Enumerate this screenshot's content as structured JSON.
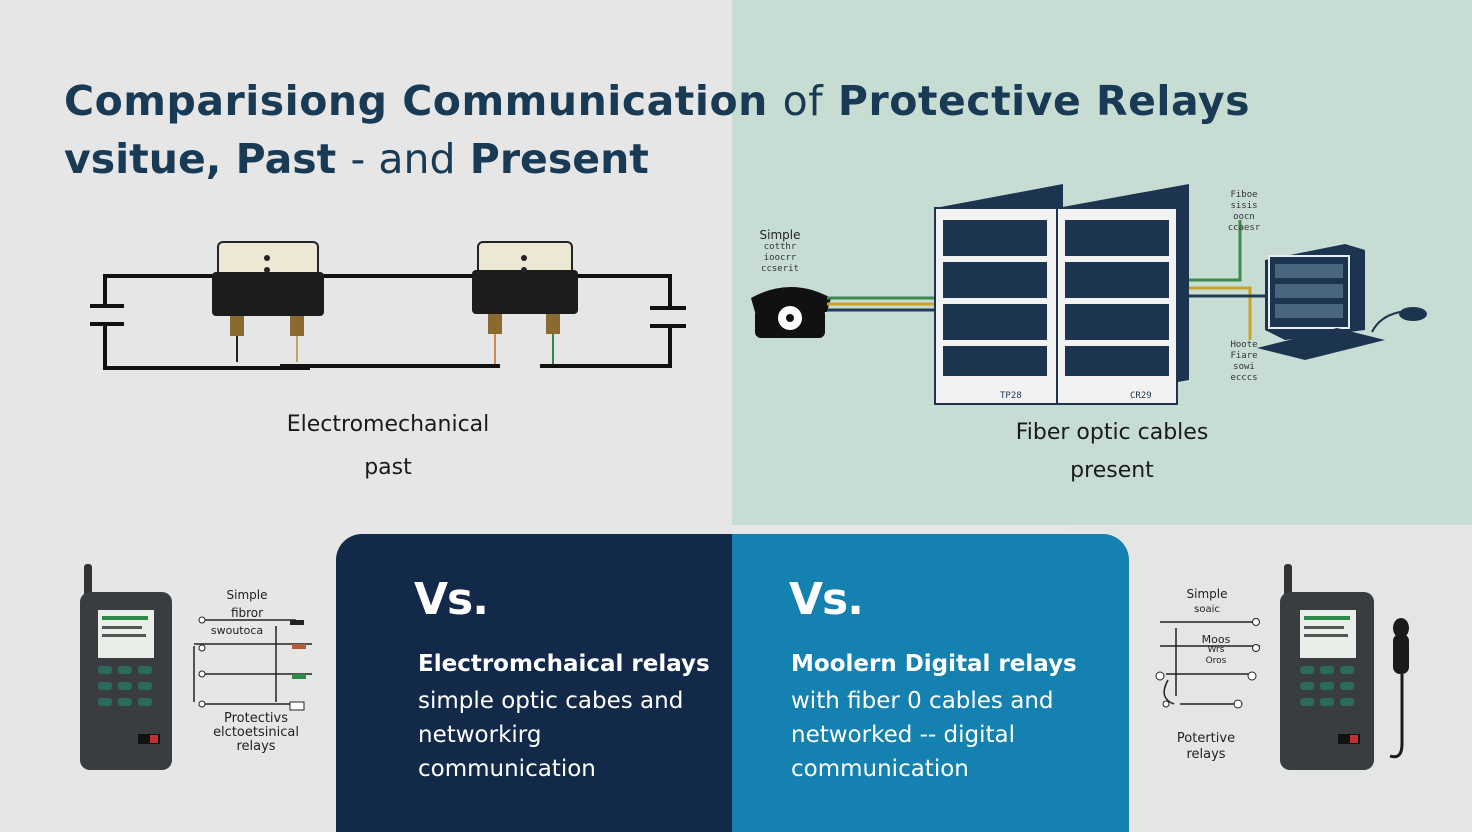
{
  "title": {
    "line1_a": "Comparisiong Communication",
    "line1_b": "of",
    "line1_c": "Protective Relays",
    "line2_a": "vsitue, Past",
    "line2_b": "- and",
    "line2_c": "Present"
  },
  "past": {
    "caption1": "Electromechanical",
    "caption2": "past"
  },
  "present": {
    "caption1": "Fiber optic cables",
    "caption2": "present",
    "phone_label": [
      "Simple",
      "cotthr",
      "ioocrr",
      "ccserit"
    ],
    "right_label_top": [
      "Fiboe",
      "sisis",
      "oocn",
      "ccaesr"
    ],
    "right_label_bottom": [
      "Hoote",
      "Fiare",
      "sowi",
      "ecccs"
    ],
    "rack_tag_1": "TP28",
    "rack_tag_2": "CR29"
  },
  "bottom_left": {
    "labels": [
      "Simple",
      "fibror",
      "swoutoca"
    ],
    "footer": [
      "Protectivs",
      "elctoetsinical",
      "relays"
    ]
  },
  "bottom_right": {
    "labels": [
      "Simple",
      "soaic"
    ],
    "mid": [
      "Moos",
      "Wrs",
      "Oros"
    ],
    "footer": [
      "Potertive",
      "relays"
    ]
  },
  "panel_left": {
    "vs": "Vs.",
    "heading": "Electromchaical relays",
    "lines": [
      "simple optic cabes and",
      "networkirg",
      "communication"
    ]
  },
  "panel_right": {
    "vs": "Vs.",
    "heading": "Moolern Digital relays",
    "lines": [
      "with fiber 0 cables and",
      "networked -- digital",
      "communication"
    ]
  },
  "colors": {
    "navy": "#12294a",
    "teal": "#1481b0",
    "title": "#183a55",
    "mint": "#c7ddd4"
  }
}
